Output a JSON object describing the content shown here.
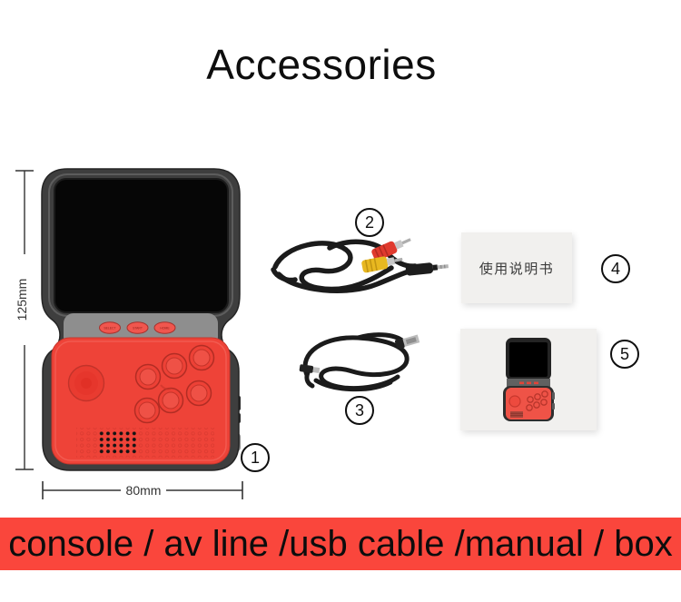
{
  "title": "Accessories",
  "banner": {
    "text": "console / av line /usb cable /manual / box",
    "bg_color": "#fa463c"
  },
  "items": {
    "console": {
      "number": "1",
      "height_label": "125mm",
      "width_label": "80mm",
      "select_label": "SELECT",
      "start_label": "START",
      "home_label": "HOME"
    },
    "av_cable": {
      "number": "2"
    },
    "usb_cable": {
      "number": "3"
    },
    "manual": {
      "number": "4",
      "cover_text": "使用说明书"
    },
    "box": {
      "number": "5"
    }
  },
  "colors": {
    "console_red": "#ee4338",
    "banner_red": "#fa463c",
    "frame_dark": "#3e3e3e",
    "waist_gray": "#8e8e8e",
    "card_bg": "#f1f0ee",
    "rca_red": "#e03a2e",
    "rca_yellow": "#e8b820"
  }
}
